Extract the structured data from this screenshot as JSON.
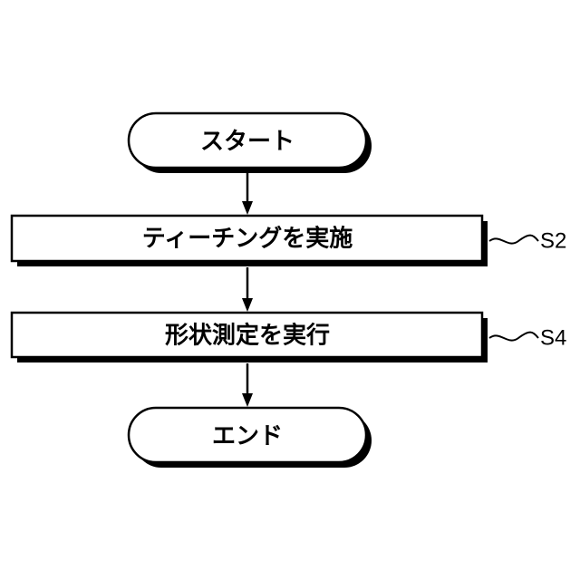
{
  "flowchart": {
    "start": {
      "label": "スタート"
    },
    "steps": [
      {
        "label": "ティーチングを実施",
        "step_id": "S2"
      },
      {
        "label": "形状測定を実行",
        "step_id": "S4"
      }
    ],
    "end": {
      "label": "エンド"
    }
  },
  "colors": {
    "stroke": "#000000",
    "fill": "#ffffff",
    "shadow": "#000000"
  }
}
